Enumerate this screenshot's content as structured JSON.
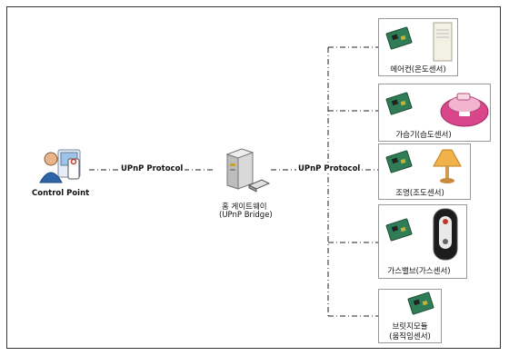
{
  "control_point": {
    "label": "Control Point"
  },
  "protocol_label_left": "UPnP Protocol",
  "protocol_label_right": "UPnP Protocol",
  "gateway": {
    "line1": "홈 게이트웨이",
    "line2": "(UPnP Bridge)"
  },
  "devices": [
    {
      "label": "에어컨(온도센서)",
      "icon": "air-conditioner-icon"
    },
    {
      "label": "가습기(습도센서)",
      "icon": "humidifier-icon"
    },
    {
      "label": "조명(조도센서)",
      "icon": "lamp-icon"
    },
    {
      "label": "가스밸브(가스센서)",
      "icon": "gas-valve-icon"
    },
    {
      "label_line1": "브릿지모듈",
      "label_line2": "(움직임센서)",
      "icon": "sensor-board-icon"
    }
  ],
  "colors": {
    "line": "#222222",
    "board": "#2f7d56",
    "humidifier": "#d9468a",
    "lamp": "#f2b24a"
  }
}
